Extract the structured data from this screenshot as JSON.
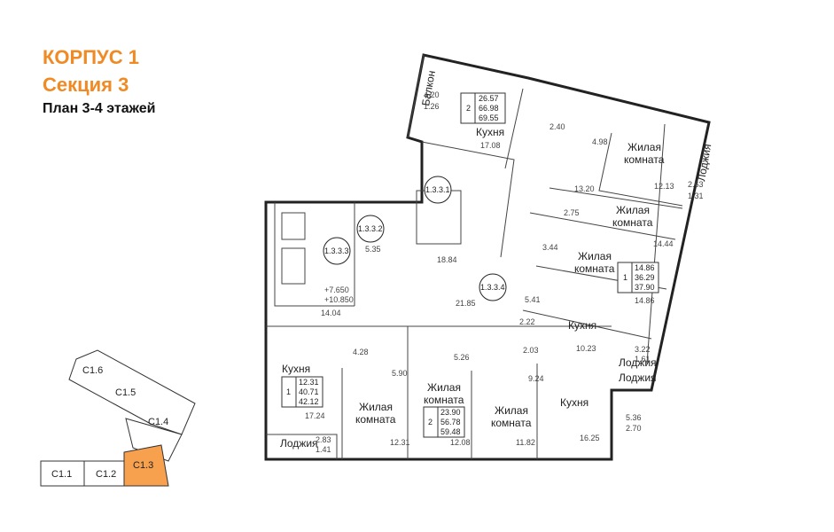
{
  "header": {
    "building": "КОРПУС 1",
    "section": "Секция 3",
    "plan": "План 3-4 этажей"
  },
  "colors": {
    "accent": "#f08a24",
    "highlight": "#f7a04d"
  },
  "rooms": {
    "balkon": "Балкон",
    "kuhnya_top": "Кухня",
    "zhil_1a": "Жилая",
    "zhil_1b": "комната",
    "zhil_2a": "Жилая",
    "zhil_2b": "комната",
    "zhil_3a": "Жилая",
    "zhil_3b": "комната",
    "kuhnya_right": "Кухня",
    "lodzhiya_r1": "Лоджия",
    "lodzhiya_r2": "Лоджия",
    "lodzhiya_r3": "Лоджия",
    "lodzhiya_bl": "Лоджия",
    "kuhnya_left": "Кухня",
    "zhil_4a": "Жилая",
    "zhil_4b": "комната",
    "zhil_5a": "Жилая",
    "zhil_5b": "комната",
    "zhil_6a": "Жилая",
    "zhil_6b": "комната",
    "kuhnya_br": "Кухня"
  },
  "areas": {
    "a_420": "4.20",
    "a_126": "1.26",
    "a_1708": "17.08",
    "a_240": "2.40",
    "a_498": "4.98",
    "a_1213": "12.13",
    "a_263": "2.63",
    "a_131": "1.31",
    "a_1320": "13.20",
    "a_275": "2.75",
    "a_1444": "14.44",
    "a_344": "3.44",
    "a_1486": "14.86",
    "a_541": "5.41",
    "a_222": "2.22",
    "a_1023": "10.23",
    "a_322": "3.22",
    "a_161": "1.61",
    "a_1884": "18.84",
    "a_2185": "21.85",
    "a_535": "5.35",
    "a_1404": "14.04",
    "a_428": "4.28",
    "a_590": "5.90",
    "a_526": "5.26",
    "a_924": "9.24",
    "a_203": "2.03",
    "a_1724": "17.24",
    "a_1231": "12.31",
    "a_1208": "12.08",
    "a_1182": "11.82",
    "a_1625": "16.25",
    "a_536": "5.36",
    "a_270": "2.70",
    "a_283": "2.83",
    "a_141": "1.41",
    "lvl_a": "+7.650",
    "lvl_b": "+10.850"
  },
  "stair_labels": {
    "s1": "1.3.3.1",
    "s2": "1.3.3.2",
    "s3": "1.3.3.3",
    "s4": "1.3.3.4"
  },
  "apartments": [
    {
      "rooms": "2",
      "a": "26.57",
      "b": "66.98",
      "c": "69.55"
    },
    {
      "rooms": "1",
      "a": "14.86",
      "b": "36.29",
      "c": "37.90"
    },
    {
      "rooms": "1",
      "a": "12.31",
      "b": "40.71",
      "c": "42.12"
    },
    {
      "rooms": "2",
      "a": "23.90",
      "b": "56.78",
      "c": "59.48"
    }
  ],
  "keymap": {
    "c16": "C1.6",
    "c15": "C1.5",
    "c14": "C1.4",
    "c11": "C1.1",
    "c12": "C1.2",
    "c13": "C1.3"
  }
}
